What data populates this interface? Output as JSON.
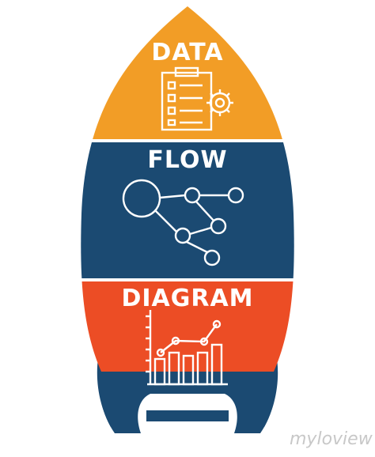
{
  "rocket": {
    "sections": [
      {
        "id": "data",
        "label": "DATA",
        "color": "#f29d26",
        "icon": "clipboard-gear-icon"
      },
      {
        "id": "flow",
        "label": "FLOW",
        "color": "#1b4a72",
        "icon": "node-network-icon"
      },
      {
        "id": "diagram",
        "label": "DIAGRAM",
        "color": "#ec4d25",
        "icon": "bar-line-chart-icon"
      }
    ],
    "fins_color": "#1b4a72",
    "icon_stroke_color": "#ffffff"
  },
  "watermark": {
    "text": "myloview",
    "logo": "myloview-logo"
  }
}
